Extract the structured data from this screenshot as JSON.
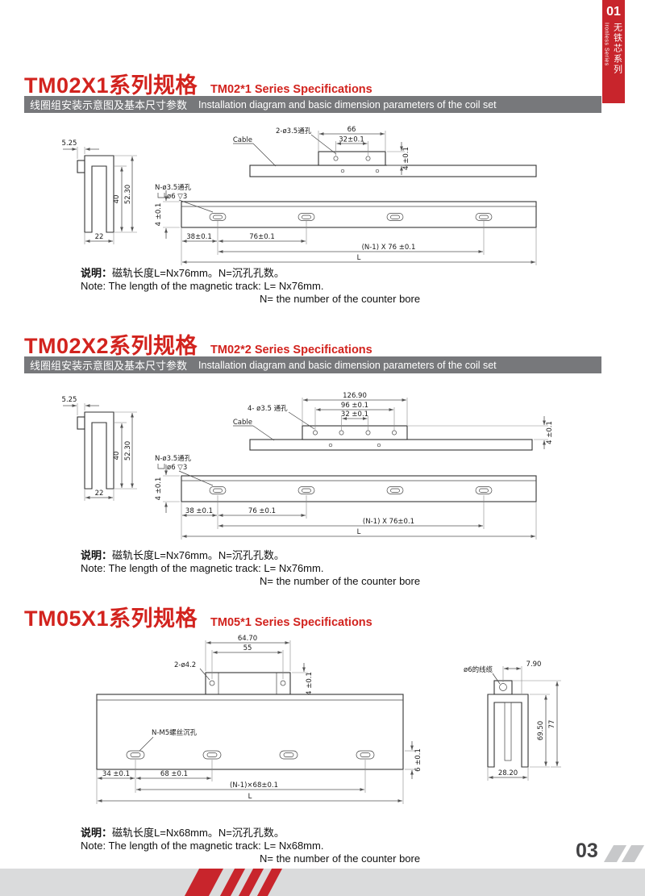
{
  "side_tab": {
    "number": "01",
    "series_en": "Ironless Series",
    "series_cn": "无铁芯系列"
  },
  "footer": {
    "page_number": "03"
  },
  "sections": [
    {
      "title_cn": "TM02X1系列规格",
      "title_en": "TM02*1 Series Specifications",
      "bar_cn": "线圈组安装示意图及基本尺寸参数",
      "bar_en": "Installation diagram and basic dimension parameters of the coil set",
      "note_label_cn": "说明：",
      "note_text_cn": "磁轨长度L=Nx76mm。N=沉孔孔数。",
      "note_en_1": "Note: The length of the magnetic track: L= Nx76mm.",
      "note_en_2": "N= the number of the counter bore",
      "dims": {
        "side_top": "5.25",
        "side_inner": "40",
        "side_outer": "52.30",
        "side_width": "22",
        "cable": "Cable",
        "holes": "2-ø3.5通孔",
        "block_width": "66",
        "hole_pitch": "32±0.1",
        "block_height": "4 ±0.1",
        "track_holes": "N-ø3.5通孔",
        "cbore": "ø6 ▽3",
        "track_offset": "4 ±0.1",
        "edge_offset": "38±0.1",
        "pitch": "76±0.1",
        "total_pitch": "(N-1) X 76 ±0.1",
        "length": "L"
      }
    },
    {
      "title_cn": "TM02X2系列规格",
      "title_en": "TM02*2 Series Specifications",
      "bar_cn": "线圈组安装示意图及基本尺寸参数",
      "bar_en": "Installation diagram and basic dimension parameters of the coil set",
      "note_label_cn": "说明：",
      "note_text_cn": "磁轨长度L=Nx76mm。N=沉孔孔数。",
      "note_en_1": "Note: The length of the magnetic track: L= Nx76mm.",
      "note_en_2": "N= the number of the counter bore",
      "dims": {
        "side_top": "5.25",
        "side_inner": "40",
        "side_outer": "52.30",
        "side_width": "22",
        "cable": "Cable",
        "holes": "4- ø3.5 通孔",
        "block_width": "126.90",
        "outer_pitch": "96 ±0.1",
        "hole_pitch": "32 ±0.1",
        "block_height": "4 ±0.1",
        "track_holes": "N-ø3.5通孔",
        "cbore": "ø6 ▽3",
        "track_offset": "4 ±0.1",
        "edge_offset": "38 ±0.1",
        "pitch": "76 ±0.1",
        "total_pitch": "(N-1) X 76±0.1",
        "length": "L"
      }
    },
    {
      "title_cn": "TM05X1系列规格",
      "title_en": "TM05*1 Series Specifications",
      "note_label_cn": "说明：",
      "note_text_cn": "磁轨长度L=Nx68mm。N=沉孔孔数。",
      "note_en_1": "Note: The length of the magnetic track: L= Nx68mm.",
      "note_en_2": "N= the number of the counter bore",
      "dims": {
        "plate_width": "64.70",
        "hole_pitch": "55",
        "holes": "2-ø4.2",
        "plate_height": "4 ±0.1",
        "track_holes": "N-M5螺丝沉孔",
        "slot_offset": "6 ±0.1",
        "edge_offset": "34 ±0.1",
        "pitch": "68 ±0.1",
        "total_pitch": "(N-1)×68±0.1",
        "length": "L",
        "cable": "ø6的线缆",
        "cable_offset": "7.90",
        "side_inner": "69.50",
        "side_outer": "77",
        "side_width": "28.20"
      }
    }
  ]
}
